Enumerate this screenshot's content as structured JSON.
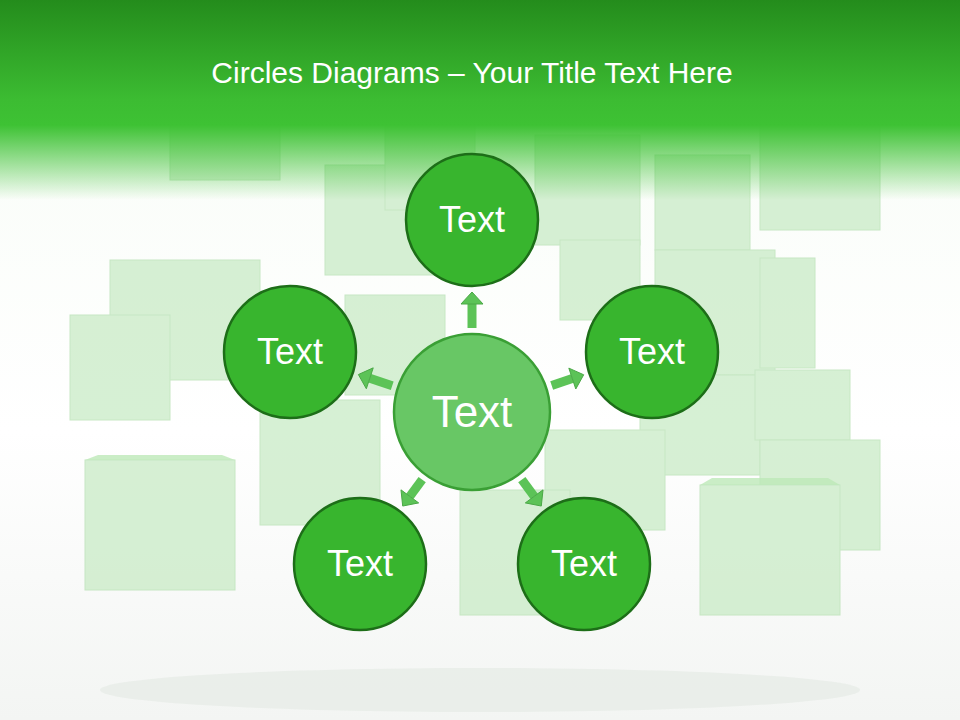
{
  "diagram": {
    "title": "Circles Diagrams – Your Title Text Here",
    "nodes": [
      {
        "text": [
          "Text"
        ]
      },
      {
        "text": [
          "Text"
        ]
      },
      {
        "text": [
          "Text"
        ]
      },
      {
        "text": [
          "Text"
        ]
      },
      {
        "text": [
          "Text"
        ]
      },
      {
        "text": [
          "Text"
        ]
      }
    ],
    "edges": [
      {
        "from": 2,
        "to": 0,
        "arrow": "to"
      },
      {
        "from": 2,
        "to": 1,
        "arrow": "to"
      },
      {
        "from": 2,
        "to": 3,
        "arrow": "to"
      },
      {
        "from": 2,
        "to": 4,
        "arrow": "to"
      },
      {
        "from": 2,
        "to": 5,
        "arrow": "to"
      }
    ]
  }
}
